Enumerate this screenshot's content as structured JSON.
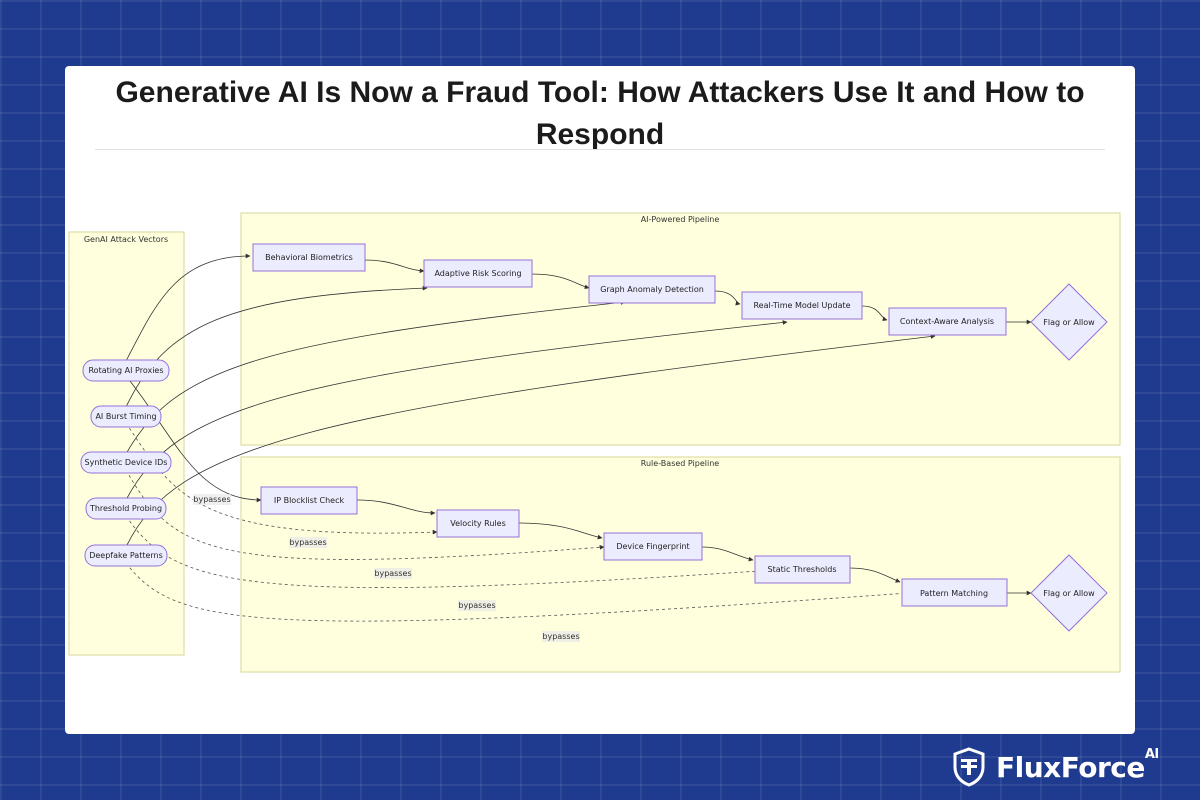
{
  "page": {
    "title": "Generative AI Is Now a Fraud Tool: How Attackers Use It and How to Respond"
  },
  "diagram": {
    "groups": {
      "attack": "GenAI Attack Vectors",
      "ai": "AI-Powered Pipeline",
      "rule": "Rule-Based Pipeline"
    },
    "attack_vectors": [
      "Rotating AI Proxies",
      "AI Burst Timing",
      "Synthetic Device IDs",
      "Threshold Probing",
      "Deepfake Patterns"
    ],
    "ai_nodes": [
      "Behavioral Biometrics",
      "Adaptive Risk Scoring",
      "Graph Anomaly Detection",
      "Real-Time Model Update",
      "Context-Aware Analysis"
    ],
    "ai_decision": "Flag or Allow",
    "rule_nodes": [
      "IP Blocklist Check",
      "Velocity Rules",
      "Device Fingerprint",
      "Static Thresholds",
      "Pattern Matching"
    ],
    "rule_decision": "Flag or Allow",
    "edge_label": "bypasses"
  },
  "colors": {
    "background": "#1f3b8f",
    "cluster_fill": "#ffffde",
    "cluster_stroke": "#d7d79a",
    "node_fill": "#ececff",
    "node_stroke": "#9370db",
    "edge": "#333333"
  },
  "brand": {
    "name": "FluxForce",
    "suffix": "AI",
    "logo": "shield-logo-icon"
  }
}
